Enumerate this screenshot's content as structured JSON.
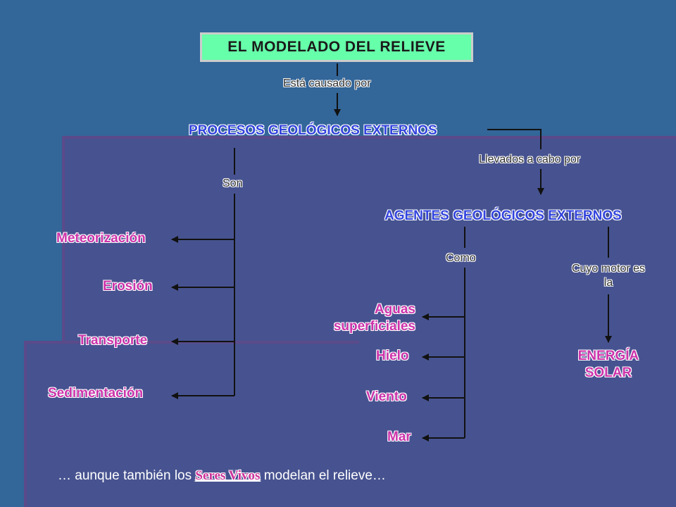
{
  "title": "EL MODELADO DEL RELIEVE",
  "connectors": {
    "causado": "Está causado por",
    "son": "Son",
    "llevados": "Llevados a cabo por",
    "como": "Como",
    "cuyo_motor": "Cuyo motor es la"
  },
  "procesos": "PROCESOS GEOLÓGICOS EXTERNOS",
  "agentes": "AGENTES GEOLÓGICOS EXTERNOS",
  "process_items": [
    "Meteorización",
    "Erosión",
    "Transporte",
    "Sedimentación"
  ],
  "agent_items": [
    "Aguas superficiales",
    "Hielo",
    "Viento",
    "Mar"
  ],
  "energia": "ENERGÍA SOLAR",
  "footer": {
    "prefix": "… aunque también los ",
    "emphasis": "Seres Vivos",
    "suffix": " modelan el relieve…"
  },
  "colors": {
    "background": "#336699",
    "panel": "#475390",
    "title_box": "#66ffaa",
    "heading_blue": "#3344dd",
    "item_pink": "#cc33aa"
  }
}
